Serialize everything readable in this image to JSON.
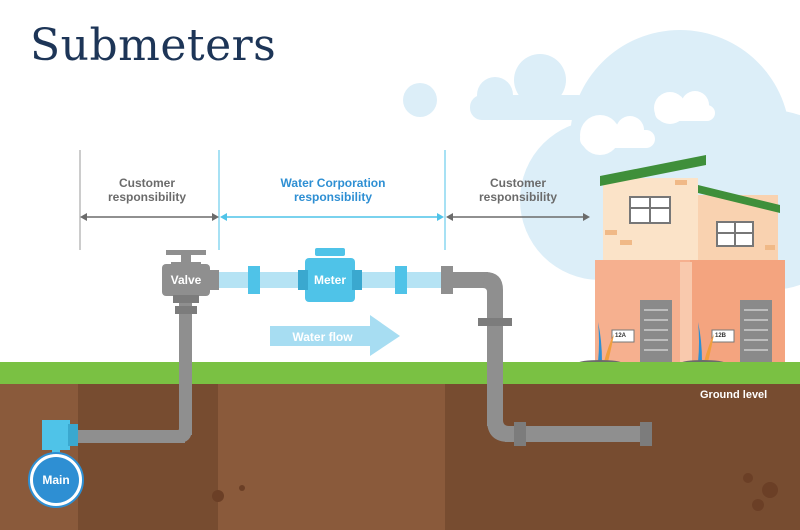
{
  "title": "Submeters",
  "responsibility": {
    "left": [
      "Customer",
      "responsibility"
    ],
    "middle": [
      "Water Corporation",
      "responsibility"
    ],
    "right": [
      "Customer",
      "responsibility"
    ]
  },
  "labels": {
    "valve": "Valve",
    "meter": "Meter",
    "water_flow": "Water flow",
    "main": "Main",
    "ground_level": "Ground level"
  },
  "units": [
    "12A",
    "12B"
  ],
  "colors": {
    "title": "#1d3557",
    "corporation_text": "#2e8fd3",
    "customer_text": "#6b6b6b",
    "grass": "#7ac143",
    "soil": "#8a5a3b",
    "soil_dark": "#6b3f26",
    "pipe": "#8f8f8f",
    "meter": "#4fc3e8",
    "house": "#f7c9a6",
    "roof": "#3f8f3a",
    "cloud": "#dceef8"
  }
}
